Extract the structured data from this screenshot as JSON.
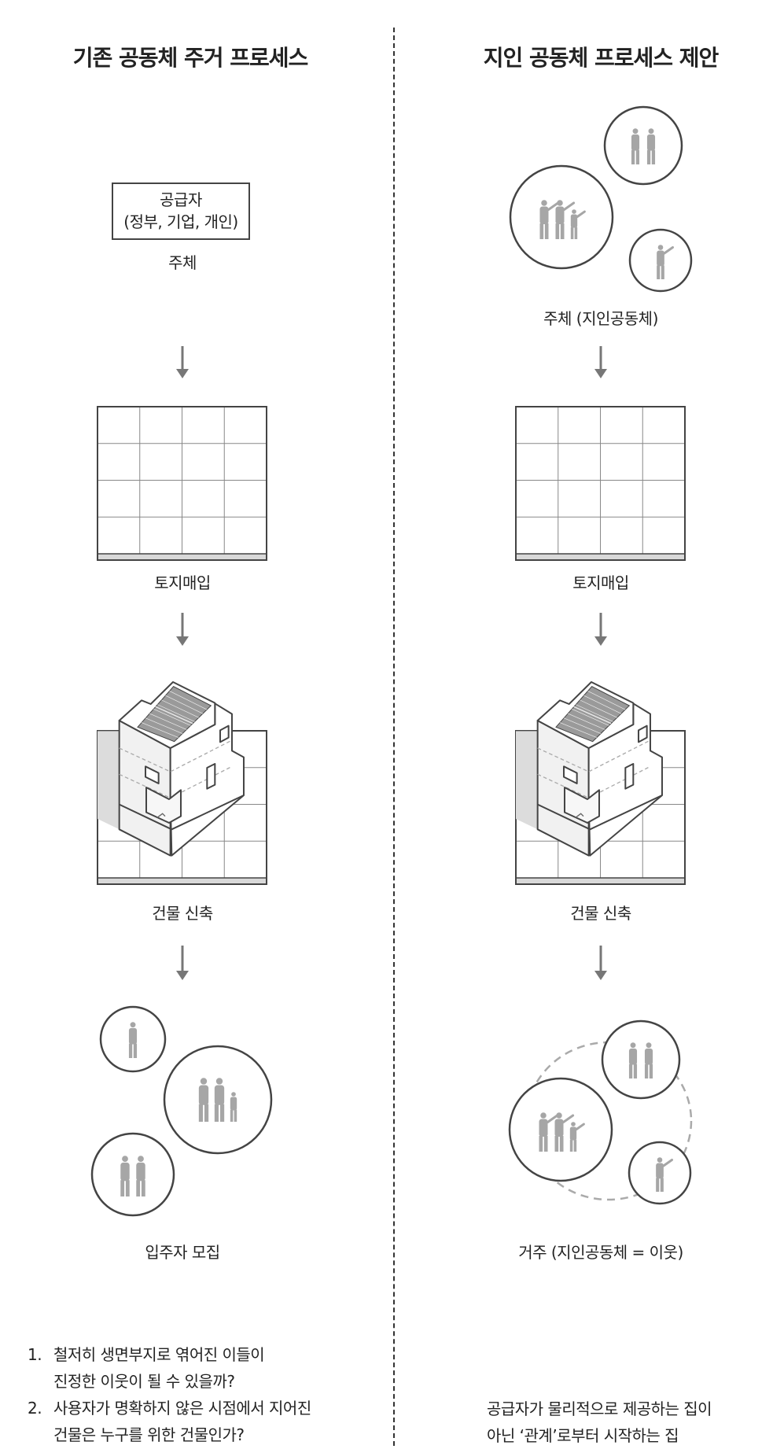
{
  "left": {
    "title": "기존 공동체 주거 프로세스",
    "supplier_box": {
      "line1": "공급자",
      "line2": "(정부, 기업, 개인)"
    },
    "step1_label": "주체",
    "step2_label": "토지매입",
    "step3_label": "건물 신축",
    "step4_label": "입주자 모집",
    "notes": [
      {
        "num": "1.",
        "line1": "철저히 생면부지로 엮어진 이들이",
        "line2": "진정한 이웃이 될 수 있을까?"
      },
      {
        "num": "2.",
        "line1": "사용자가 명확하지 않은 시점에서 지어진",
        "line2": "건물은 누구를 위한 건물인가?"
      }
    ]
  },
  "right": {
    "title": "지인 공동체 프로세스 제안",
    "step1_label": "주체 (지인공동체)",
    "step2_label": "토지매입",
    "step3_label": "건물 신축",
    "step4_label": "거주 (지인공동체 = 이웃)",
    "summary": {
      "line1": "공급자가 물리적으로 제공하는 집이",
      "line2": "아닌 ‘관계’로부터 시작하는 집"
    }
  },
  "colors": {
    "line": "#444444",
    "figure": "#a6a6a6",
    "arrow": "#777777",
    "ground": "#d9d9d9"
  }
}
